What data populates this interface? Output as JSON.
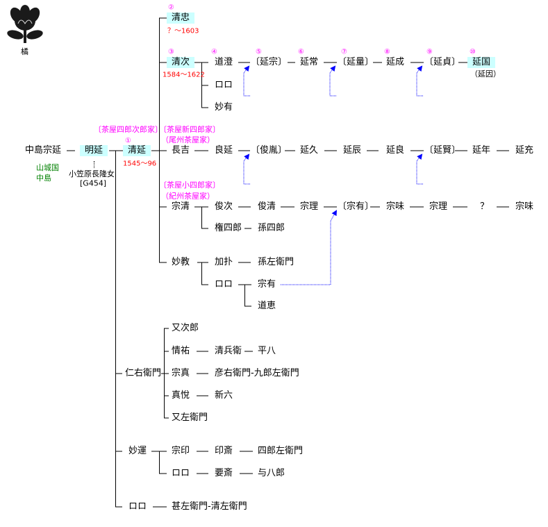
{
  "crest": {
    "label": "橘"
  },
  "gen_numbers": [
    "①",
    "②",
    "③",
    "④",
    "⑤",
    "⑥",
    "⑦",
    "⑧",
    "⑨",
    "⑩"
  ],
  "colors": {
    "highlight": "#ccffff",
    "number": "#ff00ff",
    "date": "#ff0000",
    "place": "#008000",
    "link": "#0000ff"
  },
  "root": {
    "name": "中島宗延",
    "place1": "山城国",
    "place2": "中島"
  },
  "akinobu": {
    "name": "明延",
    "wife": "小笠原長隆女",
    "ref": "[G454]"
  },
  "kiyonobu": {
    "name": "清延",
    "dates": "1545～96",
    "house": "〔茶屋四郎次郎家〕"
  },
  "kiyotada": {
    "name": "清忠",
    "dates": "？～1603"
  },
  "kiyotsugu": {
    "name": "清次",
    "dates": "1584～1622"
  },
  "row1": [
    "道澄",
    "〔延宗〕",
    "延常",
    "〔延量〕",
    "延成",
    "〔延貞〕",
    "延国"
  ],
  "row1_note": "（延因）",
  "row1_sibs": [
    "ロロ",
    "妙有"
  ],
  "shinshiro": {
    "house1": "〔茶屋新四郎家〕",
    "house2": "（尾州茶屋家）"
  },
  "row2": [
    "長吉",
    "良延",
    "〔俊胤〕",
    "延久",
    "延辰",
    "延良",
    "〔延賢〕",
    "延年",
    "延充"
  ],
  "koshiro": {
    "house1": "〔茶屋小四郎家〕",
    "house2": "（紀州茶屋家）"
  },
  "row3": [
    "宗清",
    "俊次",
    "俊清",
    "宗理",
    "〔宗有〕",
    "宗味",
    "宗理",
    "？",
    "宗味"
  ],
  "row3b": [
    "権四郎",
    "孫四郎"
  ],
  "myokyo": {
    "name": "妙教",
    "c1": "加扑",
    "c1a": "孫左衛門",
    "c2": "ロロ",
    "c2a": "宗有",
    "c2b": "道恵"
  },
  "niemon": {
    "name": "仁右衛門",
    "c1": "又次郎",
    "c2": "情祐",
    "c2a": "清兵衛",
    "c2b": "平八",
    "c3": "宗真",
    "c3a": "彦右衛門-九郎左衛門",
    "c4": "真悅",
    "c4a": "新六",
    "c5": "又左衛門"
  },
  "myoun": {
    "name": "妙運",
    "c1": "宗印",
    "c1a": "印斎",
    "c1b": "四郎左衛門",
    "c2": "ロロ",
    "c2a": "要斎",
    "c2b": "与八郎"
  },
  "last": {
    "name": "ロロ",
    "c1": "甚左衛門-清左衛門"
  }
}
